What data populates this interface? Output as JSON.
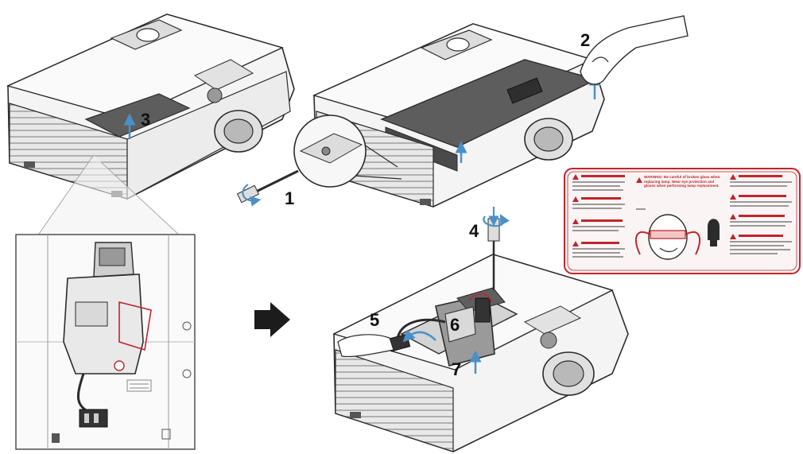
{
  "steps": {
    "s1": "1",
    "s2": "2",
    "s3": "3",
    "s4": "4",
    "s5": "5",
    "s6": "6",
    "s7": "7"
  },
  "warning_label": {
    "headline": "WARNING: Be careful of broken glass when replacing lamp. Wear eye protection and gloves when performing lamp replacement."
  },
  "colors": {
    "line": "#2b2b2b",
    "shade": "#d9d9d9",
    "dark_panel": "#5d5d5d",
    "arrow_blue": "#4a90c9",
    "warning_red": "#c0252b",
    "label_bg": "#fbf4f4"
  },
  "icons": [
    "screwdriver-icon",
    "hand-icon",
    "direction-arrow-icon",
    "goggles-face-icon",
    "gloves-icon",
    "warning-triangle-icon"
  ]
}
